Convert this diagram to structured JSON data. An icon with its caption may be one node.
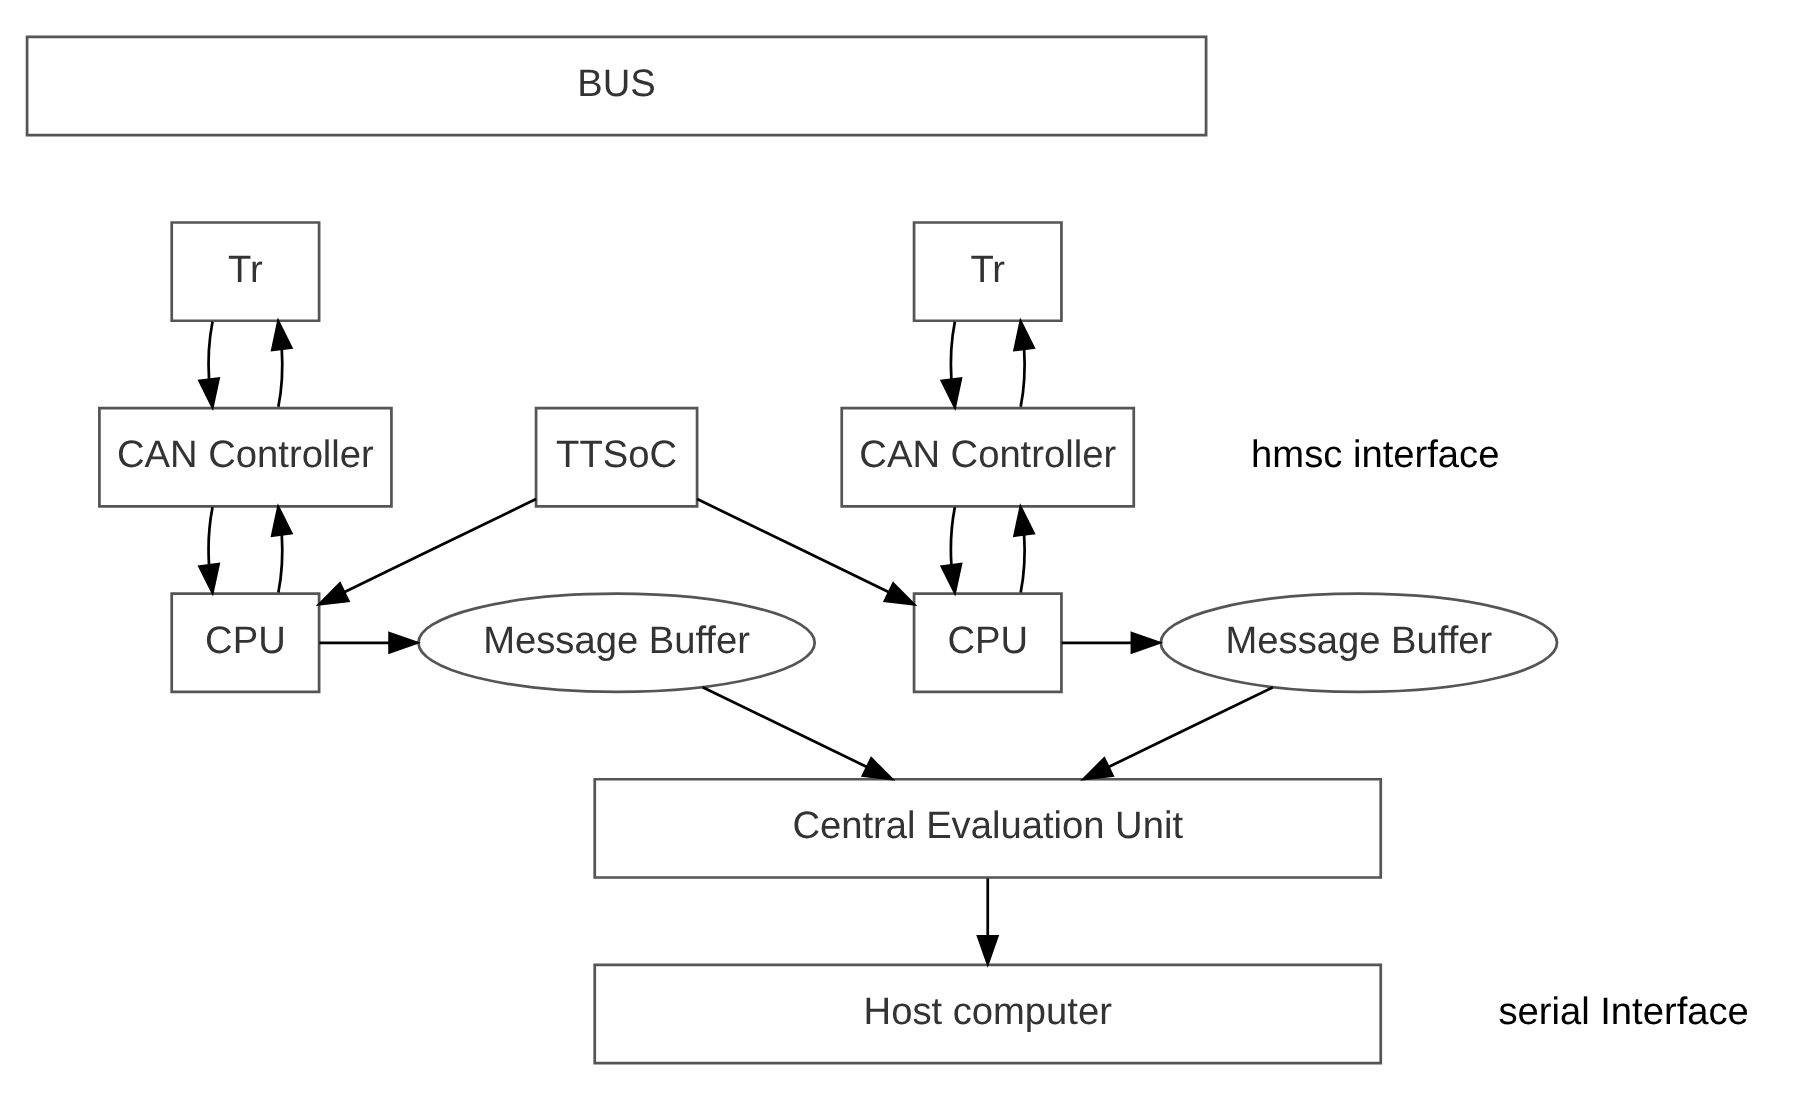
{
  "diagram": {
    "nodes": [
      {
        "text": [
          "BUS"
        ]
      },
      {
        "text": [
          "Tr"
        ]
      },
      {
        "text": [
          "Tr"
        ]
      },
      {
        "text": [
          "CAN Controller"
        ]
      },
      {
        "text": [
          "CAN Controller"
        ]
      },
      {
        "text": [
          "CPU"
        ]
      },
      {
        "text": [
          "Message Buffer"
        ]
      },
      {
        "text": [
          "CPU"
        ]
      },
      {
        "text": [
          "Message Buffer"
        ]
      },
      {
        "text": [
          "TTSoC"
        ]
      },
      {
        "text": [
          "Central Evaluation Unit"
        ]
      },
      {
        "text": [
          "Host computer"
        ]
      }
    ],
    "edges": [
      {
        "from": 3,
        "to": 1,
        "arrow": "to"
      },
      {
        "from": 1,
        "to": 3,
        "arrow": "to"
      },
      {
        "from": 4,
        "to": 2,
        "arrow": "to"
      },
      {
        "from": 2,
        "to": 4,
        "arrow": "to"
      },
      {
        "from": 3,
        "to": 5,
        "arrow": "to"
      },
      {
        "from": 5,
        "to": 3,
        "arrow": "to"
      },
      {
        "from": 4,
        "to": 7,
        "arrow": "to"
      },
      {
        "from": 7,
        "to": 4,
        "arrow": "to"
      },
      {
        "from": 5,
        "to": 6,
        "arrow": "to"
      },
      {
        "from": 7,
        "to": 8,
        "arrow": "to"
      },
      {
        "from": 9,
        "to": 5,
        "arrow": "to"
      },
      {
        "from": 9,
        "to": 7,
        "arrow": "to"
      },
      {
        "from": 6,
        "to": 10,
        "arrow": "to"
      },
      {
        "from": 8,
        "to": 10,
        "arrow": "to"
      },
      {
        "from": 10,
        "to": 11,
        "arrow": "to"
      }
    ],
    "labels": [
      "hmsc interface",
      "serial Interface"
    ]
  }
}
